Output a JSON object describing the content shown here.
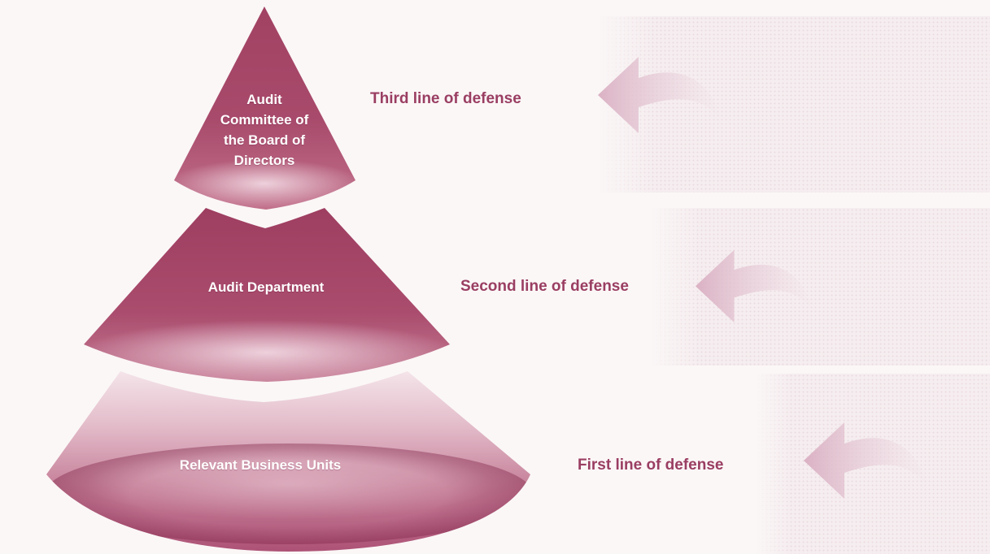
{
  "diagram": {
    "tiers": [
      {
        "name": "Audit Committee of the Board of Directors",
        "defense_line": "Third line of defense"
      },
      {
        "name": "Audit Department",
        "defense_line": "Second line of defense"
      },
      {
        "name": "Relevant Business Units",
        "defense_line": "First line of defense"
      }
    ],
    "colors": {
      "pyramid_dark": "#9e3e60",
      "pyramid_mid": "#a84a6b",
      "pyramid_light_sheen": "#f0d6e0",
      "bottom_tier_top": "#f4e4e9",
      "bottom_tier_base": "#ad5276",
      "defense_label_text": "#9a3e62",
      "tier_text": "#ffffff",
      "arrow": "#d9aec1",
      "background": "#fbf7f7",
      "panel": "#f5edef"
    }
  }
}
